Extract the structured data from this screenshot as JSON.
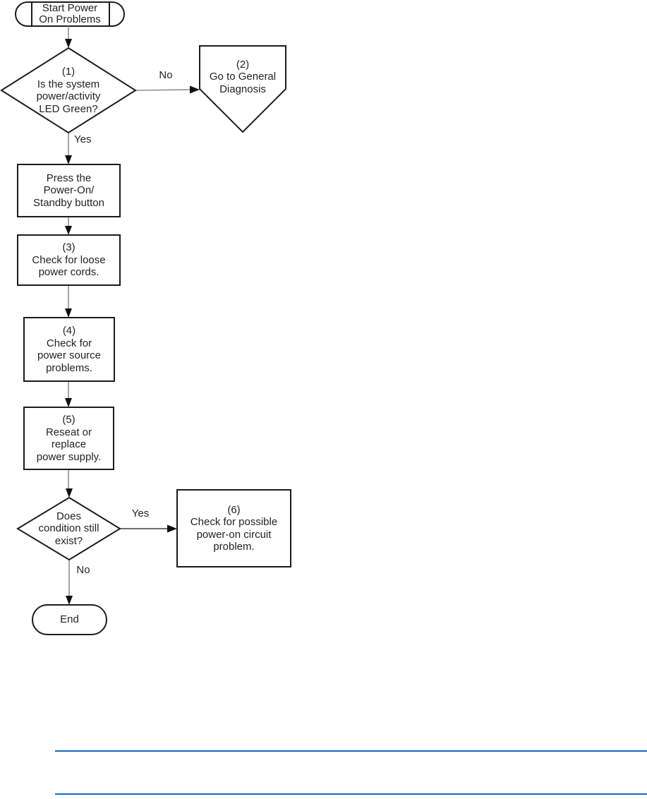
{
  "page": {
    "type": "flowchart",
    "title": "Start Power On Problems"
  },
  "colors": {
    "divider_blue": "#0e6cc4",
    "connector_gray": "#8f8f8f",
    "shape_outline": "#1c1c1c",
    "text": "#232323",
    "background": "#ffffff"
  },
  "diagram": {
    "nodes": [
      {
        "id": "start",
        "type": "terminator",
        "label": "Start Power\nOn Problems"
      },
      {
        "id": "q1",
        "type": "decision",
        "label": "(1)\nIs the system\npower/activity\nLED Green?"
      },
      {
        "id": "s2",
        "type": "off-page-connector",
        "label": "(2)\nGo to General\nDiagnosis"
      },
      {
        "id": "press",
        "type": "process",
        "label": "Press the\nPower-On/\nStandby button"
      },
      {
        "id": "s3",
        "type": "process",
        "label": "(3)\nCheck for loose\npower cords."
      },
      {
        "id": "s4",
        "type": "process",
        "label": "(4)\nCheck for\npower source\nproblems."
      },
      {
        "id": "s5",
        "type": "process",
        "label": "(5)\nReseat or\nreplace\npower supply."
      },
      {
        "id": "q2",
        "type": "decision",
        "label": "Does\ncondition still\nexist?"
      },
      {
        "id": "s6",
        "type": "process",
        "label": "(6)\nCheck for possible\npower-on circuit\nproblem."
      },
      {
        "id": "end",
        "type": "terminator",
        "label": "End"
      }
    ],
    "edges": [
      {
        "from": "start",
        "to": "q1",
        "label": ""
      },
      {
        "from": "q1",
        "to": "s2",
        "label": "No"
      },
      {
        "from": "q1",
        "to": "press",
        "label": "Yes"
      },
      {
        "from": "press",
        "to": "s3",
        "label": ""
      },
      {
        "from": "s3",
        "to": "s4",
        "label": ""
      },
      {
        "from": "s4",
        "to": "s5",
        "label": ""
      },
      {
        "from": "s5",
        "to": "q2",
        "label": ""
      },
      {
        "from": "q2",
        "to": "s6",
        "label": "Yes"
      },
      {
        "from": "q2",
        "to": "end",
        "label": "No"
      }
    ]
  }
}
